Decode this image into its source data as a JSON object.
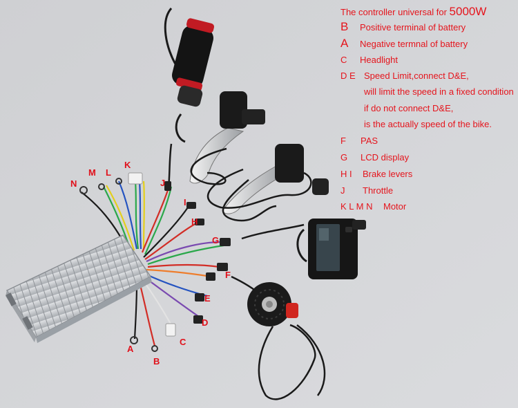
{
  "legend": {
    "title_prefix": "The controller universal for",
    "title_power": "5000W",
    "rows": [
      {
        "key": "B",
        "text": "Positive terminal of battery"
      },
      {
        "key": "A",
        "text": "Negative termnal of battery"
      },
      {
        "key": "C",
        "text": "Headlight"
      },
      {
        "key": "D E",
        "text": "Speed Limit,connect D&E,"
      },
      {
        "key": "",
        "text": "will limit the speed in a fixed condition"
      },
      {
        "key": "",
        "text": "if do not connect D&E,"
      },
      {
        "key": "",
        "text": "is the actually speed of  the bike."
      },
      {
        "key": "F",
        "text": "PAS"
      },
      {
        "key": "G",
        "text": "LCD display"
      },
      {
        "key": "H I",
        "text": "Brake levers"
      },
      {
        "key": "J",
        "text": "Throttle"
      },
      {
        "key": "K L M N",
        "text": "Motor"
      }
    ]
  },
  "wire_labels": {
    "K": "K",
    "M": "M",
    "L": "L",
    "N": "N",
    "J": "J",
    "I": "I",
    "H": "H",
    "G": "G",
    "F": "F",
    "E": "E",
    "D": "D",
    "C": "C",
    "A": "A",
    "B": "B"
  },
  "colors": {
    "label_red": "#e5141c",
    "controller_silver": "#c3c6ca",
    "wire_black": "#1a1a1a",
    "background": "#d4d5d8"
  }
}
